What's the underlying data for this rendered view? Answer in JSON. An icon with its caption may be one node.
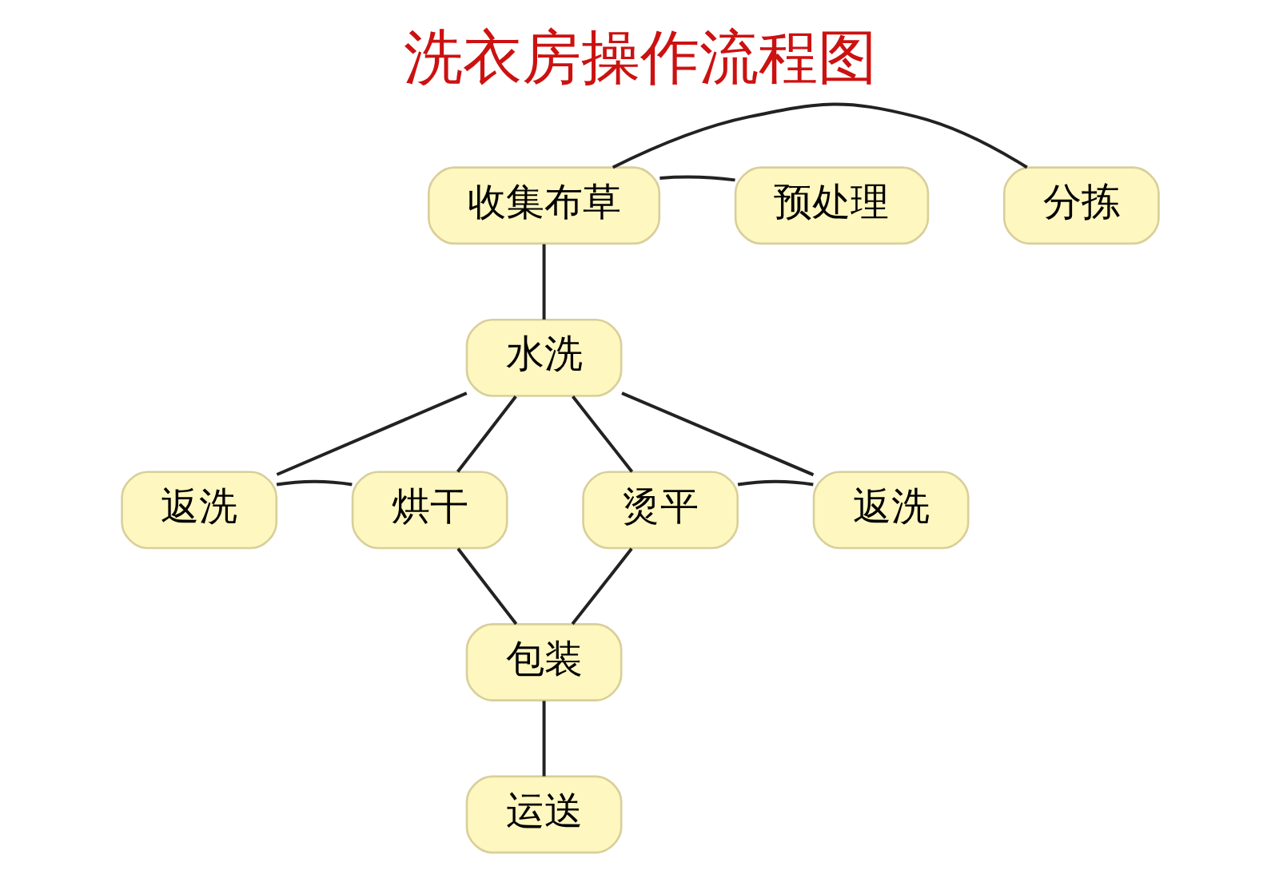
{
  "diagram": {
    "title": "洗衣房操作流程图",
    "nodes": [
      {
        "text": [
          "收集布草"
        ]
      },
      {
        "text": [
          "分拣"
        ]
      },
      {
        "text": [
          "预处理"
        ]
      },
      {
        "text": [
          "水洗"
        ]
      },
      {
        "text": [
          "返洗"
        ]
      },
      {
        "text": [
          "烘干"
        ]
      },
      {
        "text": [
          "烫平"
        ]
      },
      {
        "text": [
          "返洗"
        ]
      },
      {
        "text": [
          "包装"
        ]
      },
      {
        "text": [
          "运送"
        ]
      }
    ],
    "edges": [
      {
        "from": 0,
        "to": 1,
        "arrow": "none"
      },
      {
        "from": 0,
        "to": 2,
        "arrow": "none"
      },
      {
        "from": 0,
        "to": 3,
        "arrow": "none"
      },
      {
        "from": 3,
        "to": 4,
        "arrow": "none"
      },
      {
        "from": 3,
        "to": 7,
        "arrow": "none"
      },
      {
        "from": 3,
        "to": 5,
        "arrow": "none"
      },
      {
        "from": 3,
        "to": 6,
        "arrow": "none"
      },
      {
        "from": 4,
        "to": 5,
        "arrow": "none"
      },
      {
        "from": 6,
        "to": 7,
        "arrow": "none"
      },
      {
        "from": 5,
        "to": 8,
        "arrow": "none"
      },
      {
        "from": 6,
        "to": 8,
        "arrow": "none"
      },
      {
        "from": 8,
        "to": 9,
        "arrow": "none"
      }
    ]
  }
}
